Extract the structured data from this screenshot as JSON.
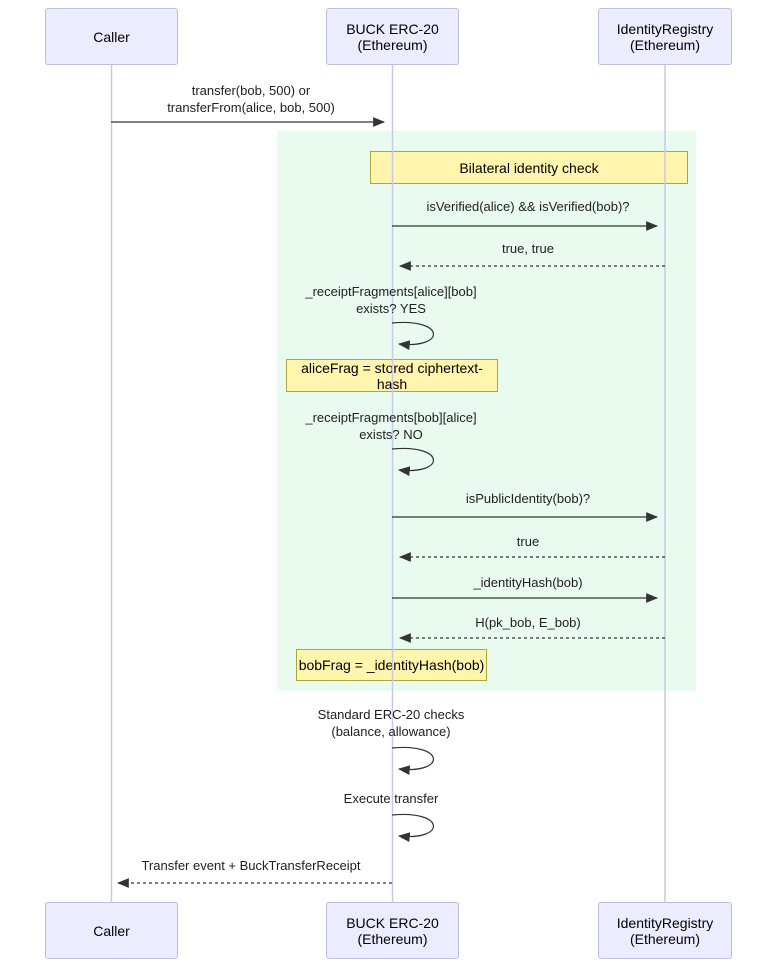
{
  "diagram_type": "sequence-diagram",
  "actors": {
    "caller": {
      "label": "Caller"
    },
    "token": {
      "label": "BUCK ERC-20\n(Ethereum)"
    },
    "registry": {
      "label": "IdentityRegistry\n(Ethereum)"
    }
  },
  "notes": {
    "bilateral": {
      "text": "Bilateral identity check",
      "over": "token,registry"
    },
    "alice_frag": {
      "text": "aliceFrag = stored ciphertext-hash",
      "over": "token"
    },
    "bob_frag": {
      "text": "bobFrag = _identityHash(bob)",
      "over": "token"
    }
  },
  "messages": {
    "transfer_call": {
      "text": "transfer(bob, 500) or\ntransferFrom(alice, bob, 500)",
      "from": "caller",
      "to": "token",
      "style": "solid"
    },
    "is_verified": {
      "text": "isVerified(alice) && isVerified(bob)?",
      "from": "token",
      "to": "registry",
      "style": "solid"
    },
    "verified_result": {
      "text": "true, true",
      "from": "registry",
      "to": "token",
      "style": "dashed"
    },
    "receipt_alice_bob": {
      "text": "_receiptFragments[alice][bob]\nexists? YES",
      "from": "token",
      "to": "token",
      "style": "self"
    },
    "receipt_bob_alice": {
      "text": "_receiptFragments[bob][alice]\nexists? NO",
      "from": "token",
      "to": "token",
      "style": "self"
    },
    "is_public_identity": {
      "text": "isPublicIdentity(bob)?",
      "from": "token",
      "to": "registry",
      "style": "solid"
    },
    "public_result": {
      "text": "true",
      "from": "registry",
      "to": "token",
      "style": "dashed"
    },
    "identity_hash": {
      "text": "_identityHash(bob)",
      "from": "token",
      "to": "registry",
      "style": "solid"
    },
    "identity_hash_result": {
      "text": "H(pk_bob, E_bob)",
      "from": "registry",
      "to": "token",
      "style": "dashed"
    },
    "erc20_checks": {
      "text": "Standard ERC-20 checks\n(balance, allowance)",
      "from": "token",
      "to": "token",
      "style": "self"
    },
    "execute_transfer": {
      "text": "Execute transfer",
      "from": "token",
      "to": "token",
      "style": "self"
    },
    "transfer_event": {
      "text": "Transfer event + BuckTransferReceipt",
      "from": "token",
      "to": "caller",
      "style": "dashed"
    }
  },
  "colors": {
    "actor_fill": "#ECECFF",
    "actor_border": "#BEBEDE",
    "lifeline": "#C8C8E8",
    "note_fill": "#FFF5AD",
    "note_border": "#AAAA33",
    "highlight_fill": "#E9FBEE",
    "line": "#333333",
    "text": "#212121"
  }
}
